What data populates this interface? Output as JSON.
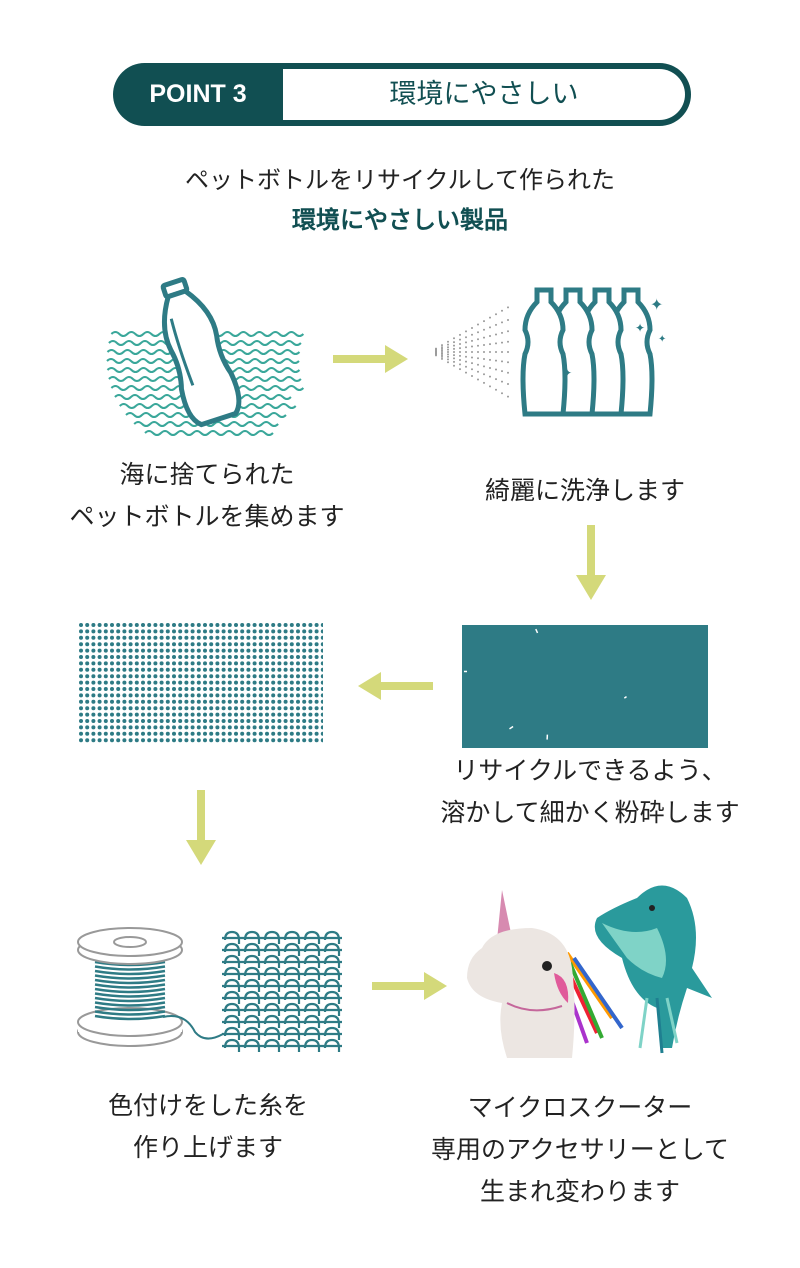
{
  "header": {
    "badge": "POINT 3",
    "title": "環境にやさしい"
  },
  "lead": {
    "line1": "ペットボトルをリサイクルして作られた",
    "line2": "環境にやさしい製品"
  },
  "steps": [
    {
      "icon": "bottle-in-ocean-icon",
      "lines": [
        "海に捨てられた",
        "ペットボトルを集めます"
      ]
    },
    {
      "icon": "washing-bottles-icon",
      "lines": [
        "綺麗に洗浄します"
      ]
    },
    {
      "icon": "crushed-flakes-icon",
      "lines": [
        "リサイクルできるよう、",
        "溶かして細かく粉砕します"
      ]
    },
    {
      "icon": "pellets-icon",
      "lines": []
    },
    {
      "icon": "thread-spool-icon",
      "lines": [
        "色付けをした糸を",
        "作り上げます"
      ]
    },
    {
      "icon": "plush-accessories-image",
      "lines": [
        "マイクロスクーター",
        "専用のアクセサリーとして",
        "生まれ変わります"
      ]
    }
  ],
  "colors": {
    "brand": "#114f52",
    "arrow": "#d4d97a",
    "teal": "#2e7b85",
    "wave": "#3aa79a"
  }
}
